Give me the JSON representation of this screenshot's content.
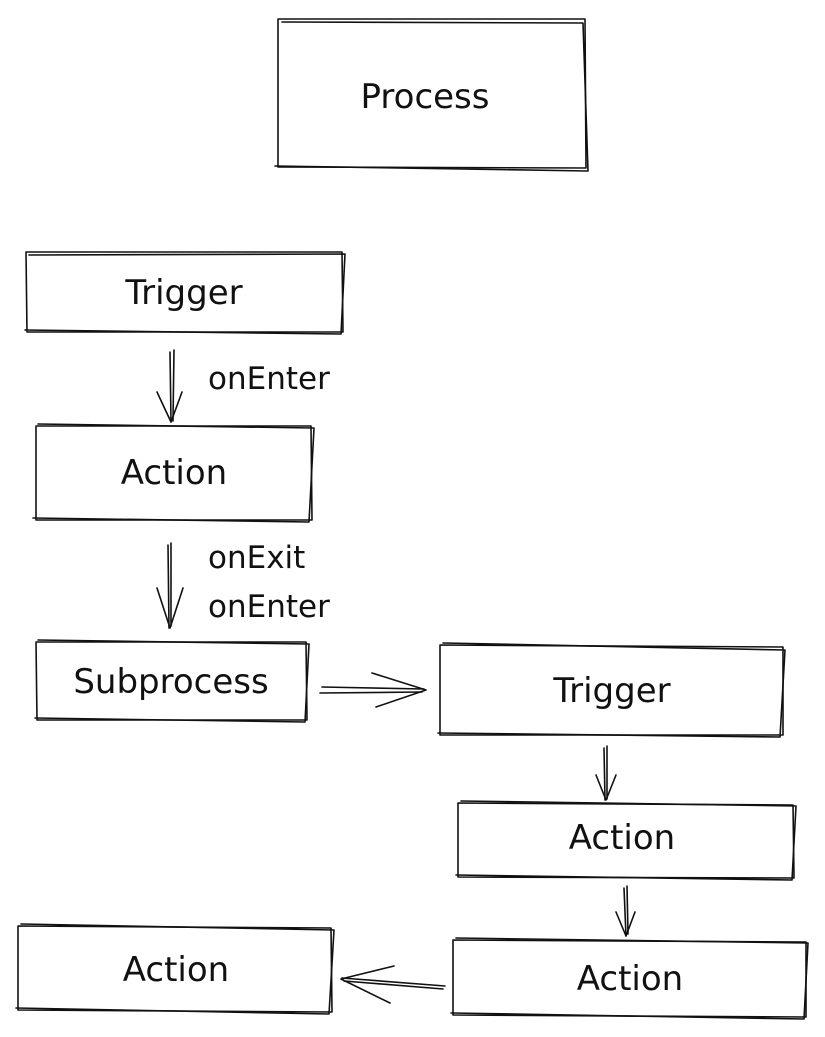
{
  "nodes": {
    "process": "Process",
    "trigger_main": "Trigger",
    "action_main": "Action",
    "subprocess": "Subprocess",
    "trigger_sub": "Trigger",
    "action_sub_1": "Action",
    "action_sub_2": "Action",
    "action_return": "Action"
  },
  "edges": {
    "trigger_to_action": "onEnter",
    "action_to_subprocess_exit": "onExit",
    "action_to_subprocess_enter": "onEnter"
  }
}
